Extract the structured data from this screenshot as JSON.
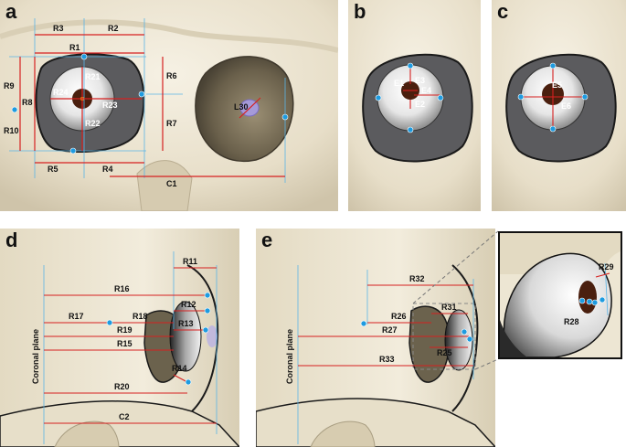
{
  "panels": {
    "a": {
      "label": "a",
      "measures": [
        "R3",
        "R2",
        "R1",
        "R6",
        "R9",
        "R8",
        "R21",
        "R23",
        "R24",
        "R22",
        "R10",
        "R7",
        "R5",
        "R4",
        "C1",
        "L30"
      ]
    },
    "b": {
      "label": "b",
      "measures": [
        "E1",
        "E3",
        "E4",
        "E2"
      ]
    },
    "c": {
      "label": "c",
      "measures": [
        "E5",
        "E6"
      ]
    },
    "d": {
      "label": "d",
      "plane": "Coronal plane",
      "measures": [
        "R11",
        "R16",
        "R12",
        "R17",
        "R18",
        "R13",
        "R19",
        "R15",
        "R14",
        "R20",
        "C2"
      ]
    },
    "e": {
      "label": "e",
      "plane": "Coronal plane",
      "measures": [
        "R32",
        "R31",
        "R26",
        "R27",
        "R25",
        "R33"
      ]
    },
    "inset": {
      "measures": [
        "R29",
        "R28"
      ]
    }
  },
  "colors": {
    "measure_line": "#d62020",
    "point": "#1e9be0",
    "guide_line": "#5ab4e6",
    "bone": "#efe8d6",
    "socket": "#5b5b5e",
    "iris": "#4a1f0e"
  }
}
